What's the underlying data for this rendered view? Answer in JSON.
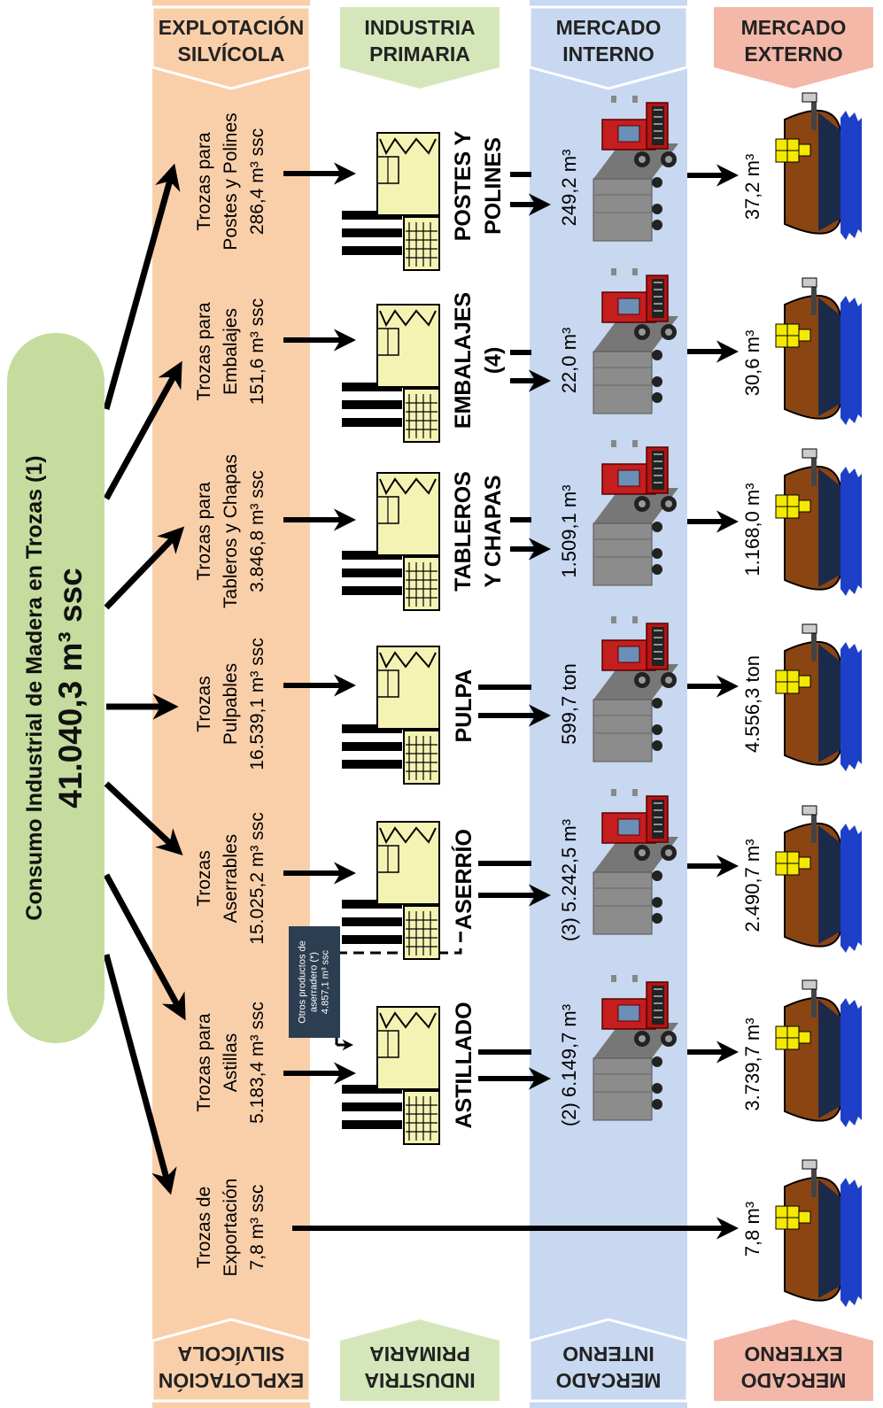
{
  "columns": {
    "forestry": {
      "title_line1": "EXPLOTACIÓN",
      "title_line2": "SILVÍCOLA",
      "color": "#f9cfaa"
    },
    "primary_industry": {
      "title_line1": "INDUSTRIA",
      "title_line2": "PRIMARIA",
      "color": "#d5e6ba"
    },
    "domestic_market": {
      "title_line1": "MERCADO",
      "title_line2": "INTERNO",
      "color": "#c7d8f0"
    },
    "export_market": {
      "title_line1": "MERCADO",
      "title_line2": "EXTERNO",
      "color": "#f4b8a8"
    }
  },
  "total": {
    "title": "Consumo Industrial de Madera en Trozas (1)",
    "value": "41.040,3 m³ ssc",
    "color": "#c5dc9e"
  },
  "rows": [
    {
      "source_line1": "Trozas para",
      "source_line2": "Postes y Polines",
      "source_value": "286,4 m³ ssc",
      "industry_line1": "POSTES Y",
      "industry_line2": "POLINES",
      "domestic": "249,2 m³",
      "export": "37,2 m³"
    },
    {
      "source_line1": "Trozas para",
      "source_line2": "Embalajes",
      "source_value": "151,6 m³ ssc",
      "industry_line1": "EMBALAJES",
      "industry_line2": "(4)",
      "domestic": "22,0 m³",
      "export": "30,6 m³"
    },
    {
      "source_line1": "Trozas para",
      "source_line2": "Tableros y Chapas",
      "source_value": "3.846,8 m³ ssc",
      "industry_line1": "TABLEROS",
      "industry_line2": "Y CHAPAS",
      "domestic": "1.509,1 m³",
      "export": "1.168,0 m³"
    },
    {
      "source_line1": "Trozas",
      "source_line2": "Pulpables",
      "source_value": "16.539,1 m³ ssc",
      "industry_line1": "PULPA",
      "industry_line2": "",
      "domestic": "599,7 ton",
      "export": "4.556,3 ton"
    },
    {
      "source_line1": "Trozas",
      "source_line2": "Aserrables",
      "source_value": "15.025,2 m³ ssc",
      "industry_line1": "ASERRÍO",
      "industry_line2": "",
      "domestic": "(3) 5.242,5 m³",
      "export": "2.490,7 m³"
    },
    {
      "source_line1": "Trozas para",
      "source_line2": "Astillas",
      "source_value": "5.183,4 m³ ssc",
      "industry_line1": "ASTILLADO",
      "industry_line2": "",
      "domestic": "(2) 6.149,7 m³",
      "export": "3.739,7 m³"
    },
    {
      "source_line1": "Trozas de",
      "source_line2": "Exportación",
      "source_value": "7,8 m³ ssc",
      "industry_line1": "",
      "industry_line2": "",
      "domestic": "",
      "export": "7,8 m³"
    }
  ],
  "sawmill_byproducts": {
    "line1": "Otros productos de",
    "line2": "aserradero (*)",
    "line3": "4.857,1 m³ ssc"
  },
  "icons": {
    "factory": "factory-icon",
    "truck": "truck-icon",
    "ship": "cargo-ship-icon"
  }
}
